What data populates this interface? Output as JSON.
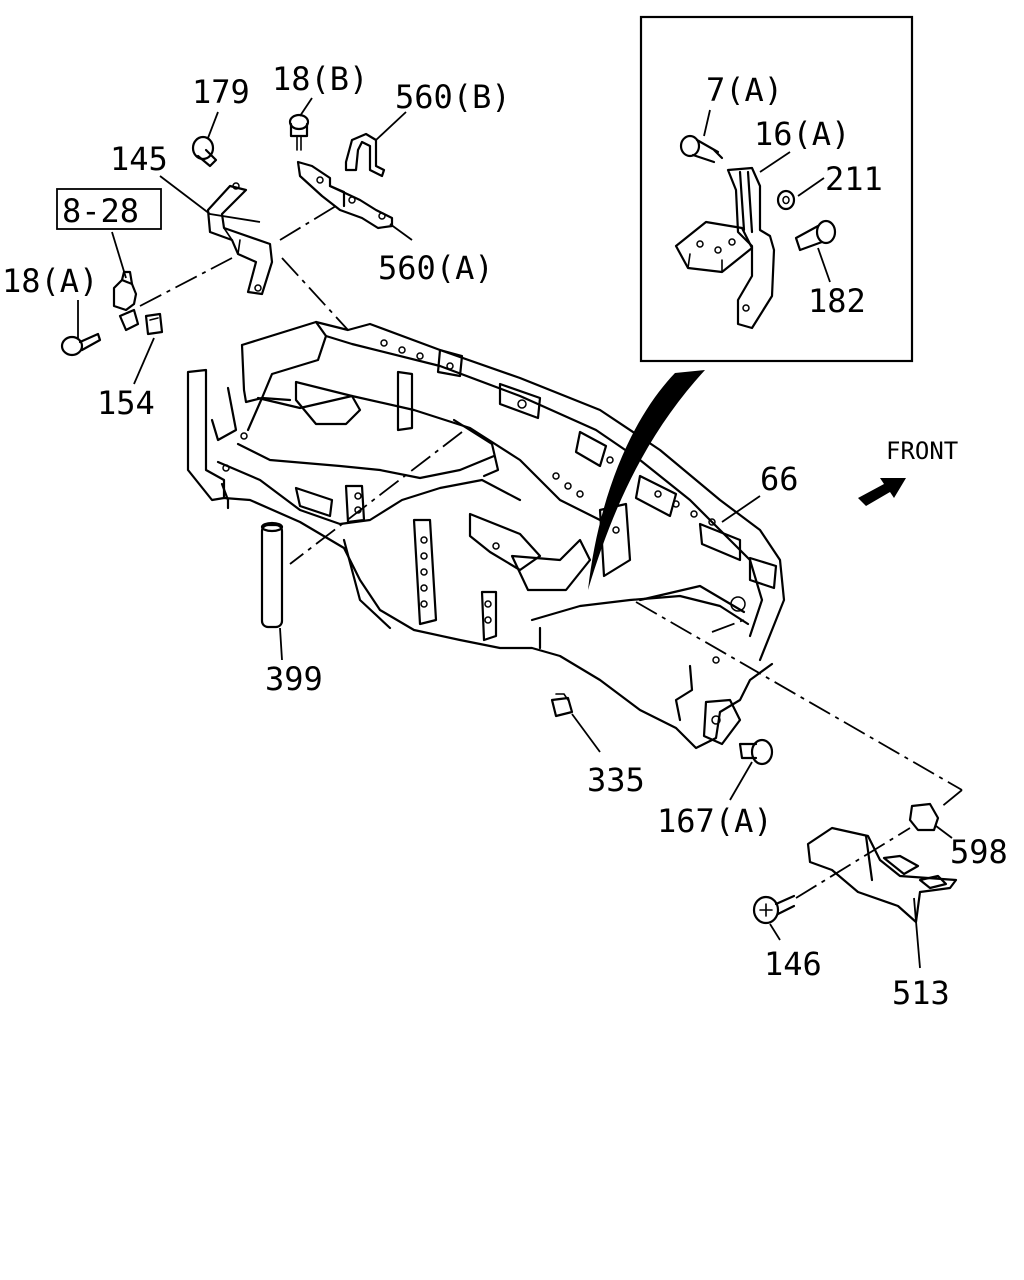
{
  "labels": {
    "p179": "179",
    "p18b": "18(B)",
    "p560b": "560(B)",
    "p145": "145",
    "p828": "8-28",
    "p560a": "560(A)",
    "p18a": "18(A)",
    "p154": "154",
    "p7a": "7(A)",
    "p16a": "16(A)",
    "p211": "211",
    "p182": "182",
    "front": "FRONT",
    "p66": "66",
    "p399": "399",
    "p335": "335",
    "p167a": "167(A)",
    "p598": "598",
    "p146": "146",
    "p513": "513"
  }
}
